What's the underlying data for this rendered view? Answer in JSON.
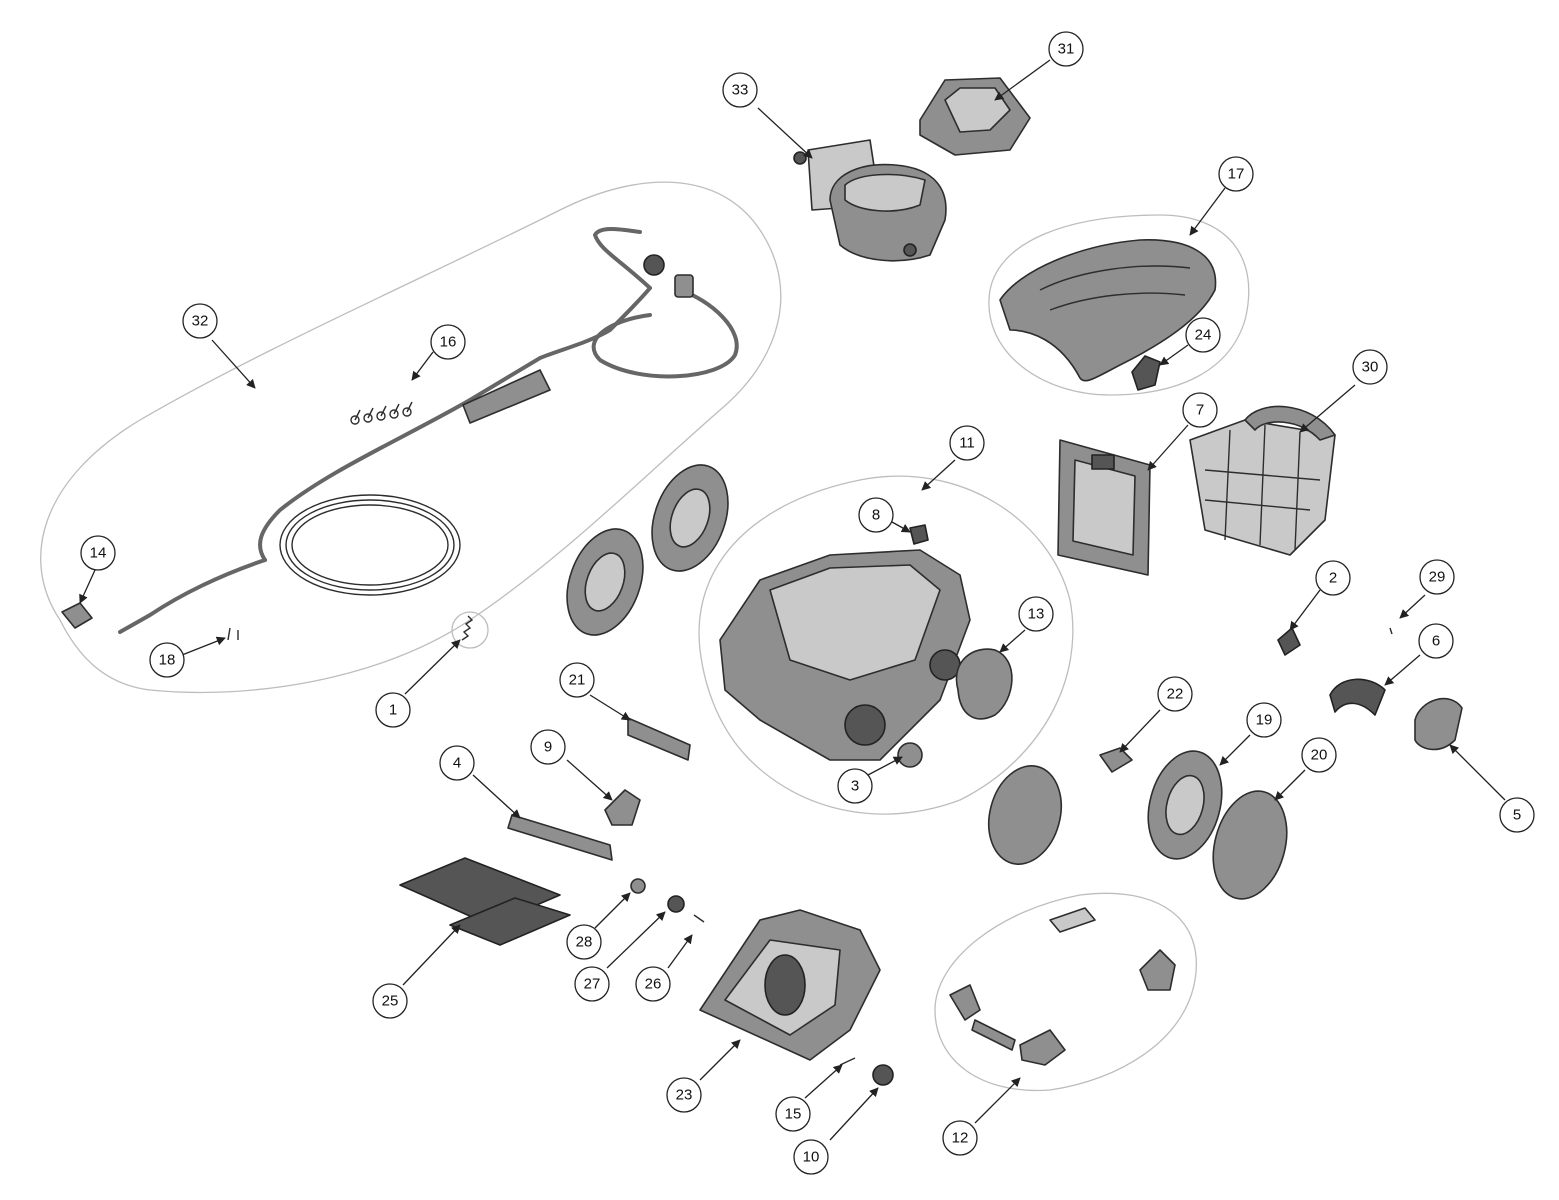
{
  "diagram": {
    "type": "exploded-parts-view",
    "callouts": [
      "1",
      "2",
      "3",
      "4",
      "5",
      "6",
      "7",
      "8",
      "9",
      "10",
      "11",
      "12",
      "13",
      "14",
      "15",
      "16",
      "17",
      "18",
      "19",
      "20",
      "21",
      "22",
      "23",
      "24",
      "25",
      "26",
      "27",
      "28",
      "29",
      "30",
      "31",
      "32",
      "33"
    ],
    "colors": {
      "part_fill": "#8f8f8f",
      "part_dark": "#555555",
      "part_light": "#c9c9c9",
      "line": "#222222",
      "group_outline": "#bdbdbd"
    }
  }
}
